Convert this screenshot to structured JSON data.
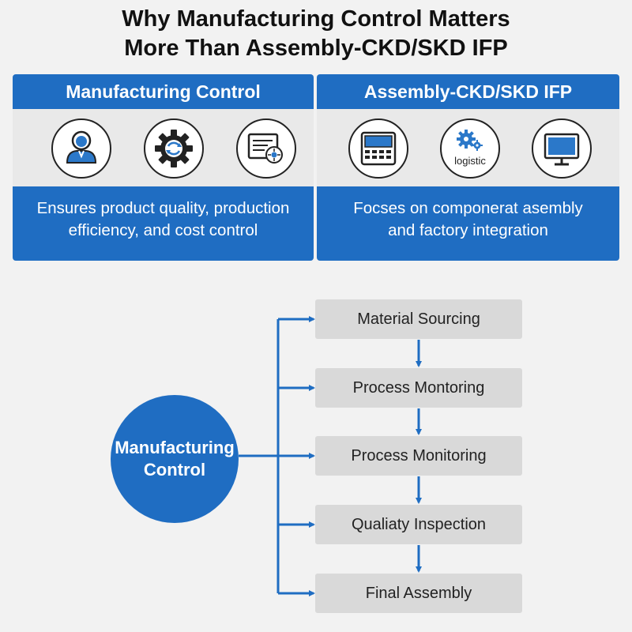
{
  "title": {
    "line1": "Why Manufacturing Control Matters",
    "line2": "More Than Assembly-CKD/SKD IFP"
  },
  "comparison": {
    "left": {
      "header": "Manufacturing Control",
      "icons": [
        "person-icon",
        "gear-cycle-icon",
        "document-target-icon"
      ],
      "description_line1": "Ensures product quality, production",
      "description_line2": "efficiency, and cost control"
    },
    "right": {
      "header": "Assembly-CKD/SKD IFP",
      "icons": [
        "control-panel-icon",
        "logistic-gears-icon",
        "monitor-icon"
      ],
      "logistic_label": "logistic",
      "description_line1": "Focses on componerat asembly",
      "description_line2": "and factory integration"
    }
  },
  "flow": {
    "center_line1": "Manufacturing",
    "center_line2": "Control",
    "steps": [
      "Material Sourcing",
      "Process Montoring",
      "Process Monitoring",
      "Qualiaty Inspection",
      "Final Assembly"
    ]
  },
  "colors": {
    "accent": "#1f6dc2",
    "band": "#e9e9e9",
    "step_box": "#d9d9d9"
  }
}
